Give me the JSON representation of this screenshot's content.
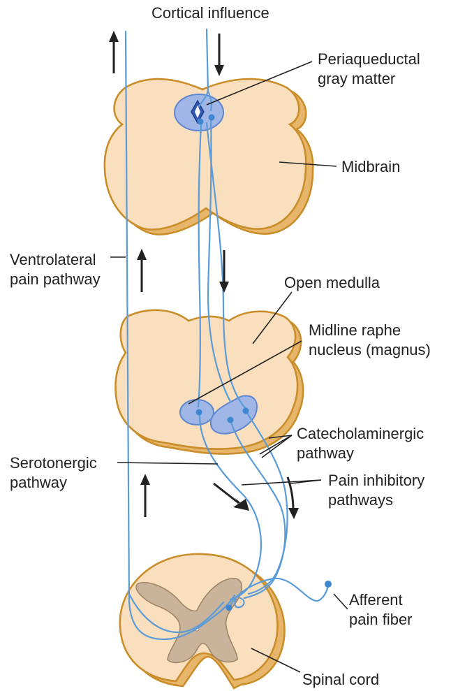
{
  "labels": {
    "cortical": "Cortical influence",
    "pag_line1": "Periaqueductal",
    "pag_line2": "gray matter",
    "midbrain": "Midbrain",
    "ventro_line1": "Ventrolateral",
    "ventro_line2": "pain pathway",
    "open_medulla": "Open medulla",
    "raphe_line1": "Midline raphe",
    "raphe_line2": "nucleus (magnus)",
    "catechol_line1": "Catecholaminergic",
    "catechol_line2": "pathway",
    "serotonergic_line1": "Serotonergic",
    "serotonergic_line2": "pathway",
    "pain_inhib_line1": "Pain inhibitory",
    "pain_inhib_line2": "pathways",
    "afferent_line1": "Afferent",
    "afferent_line2": "pain fiber",
    "spinal_cord": "Spinal cord"
  },
  "colors": {
    "tissue_fill": "#f9dfbd",
    "tissue_edge": "#c98d2a",
    "gray_matter": "#c9b39a",
    "nucleus_fill": "#9fb6e6",
    "fiber": "#5a9bd8"
  }
}
